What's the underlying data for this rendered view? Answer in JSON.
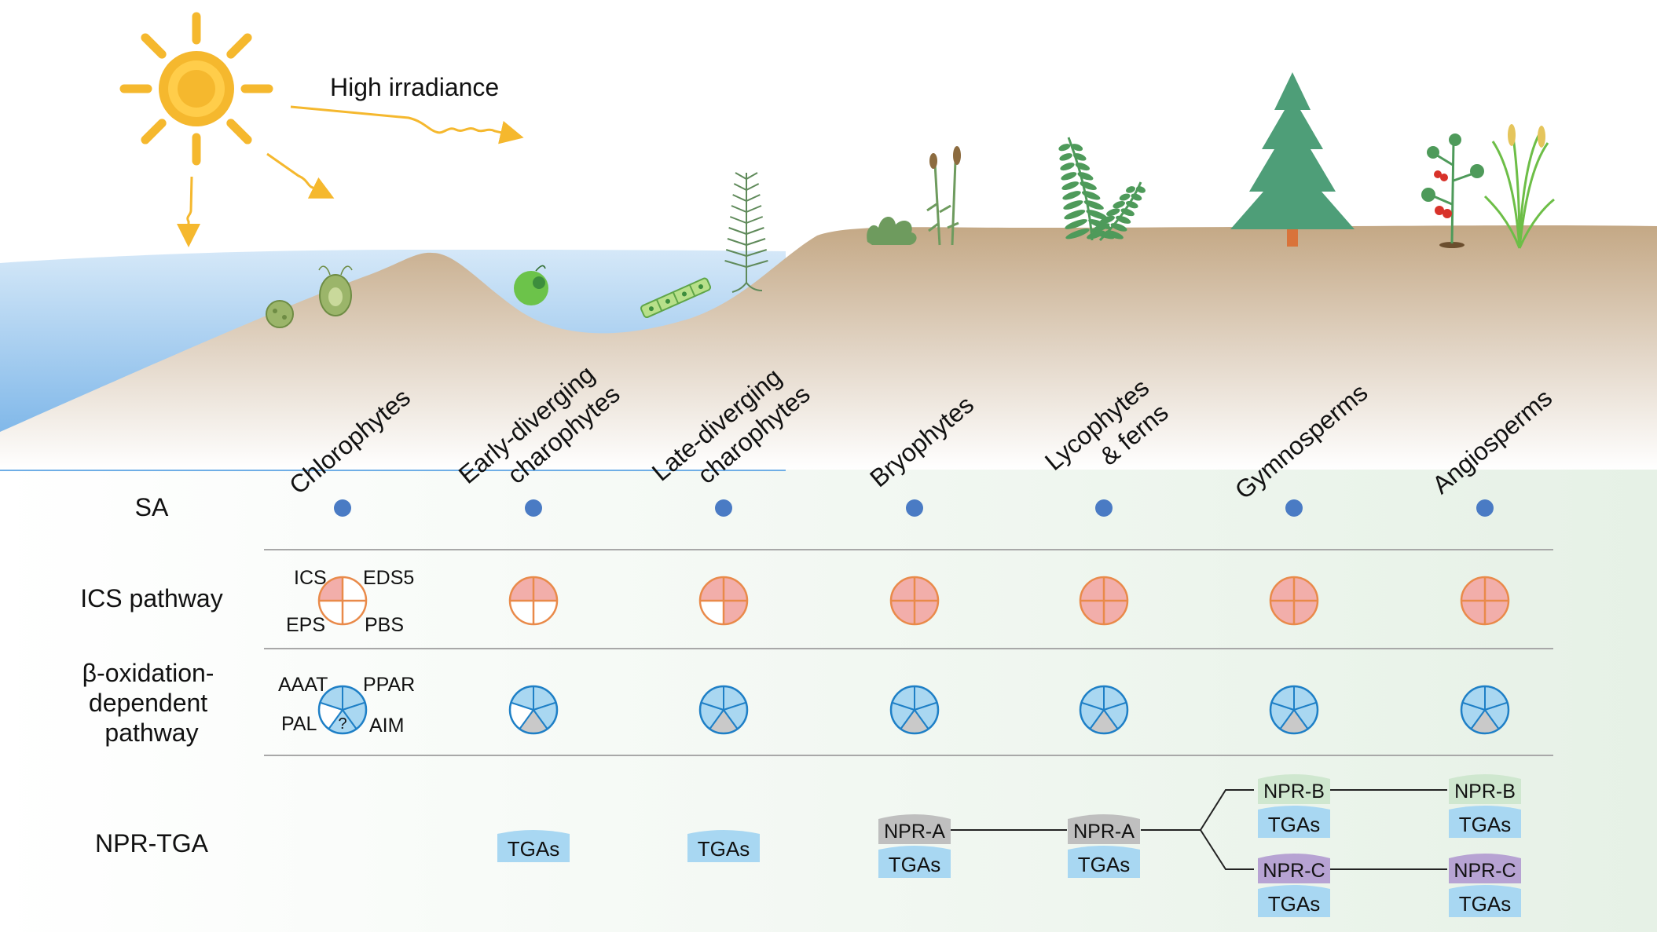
{
  "sky": {
    "light_label": "High irradiance"
  },
  "groups": [
    {
      "key": "chlorophytes",
      "lines": [
        "Chlorophytes"
      ]
    },
    {
      "key": "early-charophytes",
      "lines": [
        "Early-diverging",
        "charophytes"
      ]
    },
    {
      "key": "late-charophytes",
      "lines": [
        "Late-diverging",
        "charophytes"
      ]
    },
    {
      "key": "bryophytes",
      "lines": [
        "Bryophytes"
      ]
    },
    {
      "key": "lycophytes-ferns",
      "lines": [
        "Lycophytes",
        "& ferns"
      ]
    },
    {
      "key": "gymnosperms",
      "lines": [
        "Gymnosperms"
      ]
    },
    {
      "key": "angiosperms",
      "lines": [
        "Angiosperms"
      ]
    }
  ],
  "rows": {
    "sa": {
      "label": "SA"
    },
    "ics": {
      "label": "ICS pathway",
      "enzymes": {
        "top_left": "ICS",
        "top_right": "EDS5",
        "bottom_left": "EPS",
        "bottom_right": "PBS"
      },
      "filled_quadrants": [
        [
          "tl"
        ],
        [
          "tl",
          "tr"
        ],
        [
          "tl",
          "tr",
          "br"
        ],
        [
          "tl",
          "tr",
          "bl",
          "br"
        ],
        [
          "tl",
          "tr",
          "bl",
          "br"
        ],
        [
          "tl",
          "tr",
          "bl",
          "br"
        ],
        [
          "tl",
          "tr",
          "bl",
          "br"
        ]
      ]
    },
    "beta": {
      "label_lines": [
        "β-oxidation-",
        "dependent",
        "pathway"
      ],
      "enzymes": {
        "top_left": "AAAT",
        "top_right": "PPAR",
        "bottom_left": "PAL",
        "bottom_right": "AIM"
      },
      "unknown_mark": "?"
    },
    "npr": {
      "label": "NPR-TGA",
      "tga": "TGAs",
      "npr_a": "NPR-A",
      "npr_b": "NPR-B",
      "npr_c": "NPR-C"
    }
  },
  "colors": {
    "sun": "#F5B82E",
    "water": "#9DC7EE",
    "land": "#C6AC8C",
    "sa_dot": "#4A7BC4",
    "ics_fill": "#F2AEAA",
    "ics_stroke": "#E98A4A",
    "beta_fill": "#A9D7F1",
    "beta_stroke": "#1E7FC6",
    "beta_gray": "#C9C9C9",
    "tga": "#A8D7F2",
    "npr_a": "#BFBFBF",
    "npr_b": "#CFE7CF",
    "npr_c": "#B7A3D3",
    "plant_green": "#4E9A5A",
    "conifer": "#4E9E78"
  }
}
